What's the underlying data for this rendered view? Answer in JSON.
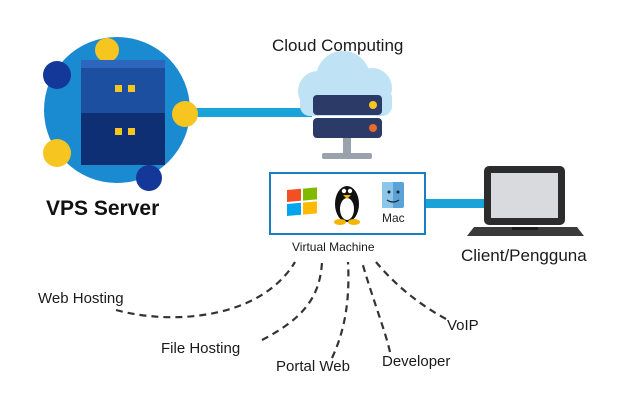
{
  "title": "Cloud Computing",
  "server_label": "VPS Server",
  "vm_label": "Virtual Machine",
  "client_label": "Client/Pengguna",
  "os_icons": [
    "windows-logo",
    "linux-tux",
    "mac-finder"
  ],
  "mac_text": "Mac",
  "services": [
    "Web Hosting",
    "File Hosting",
    "Portal Web",
    "Developer",
    "VoIP"
  ],
  "colors": {
    "connector": "#1aa3d9",
    "server_blue": "#1c4fa0",
    "server_dark": "#0e2f73",
    "navy_dot": "#14379a",
    "yellow": "#f7c51f",
    "cloud": "#bfe2f5",
    "vm_border": "#1a7fc2"
  }
}
